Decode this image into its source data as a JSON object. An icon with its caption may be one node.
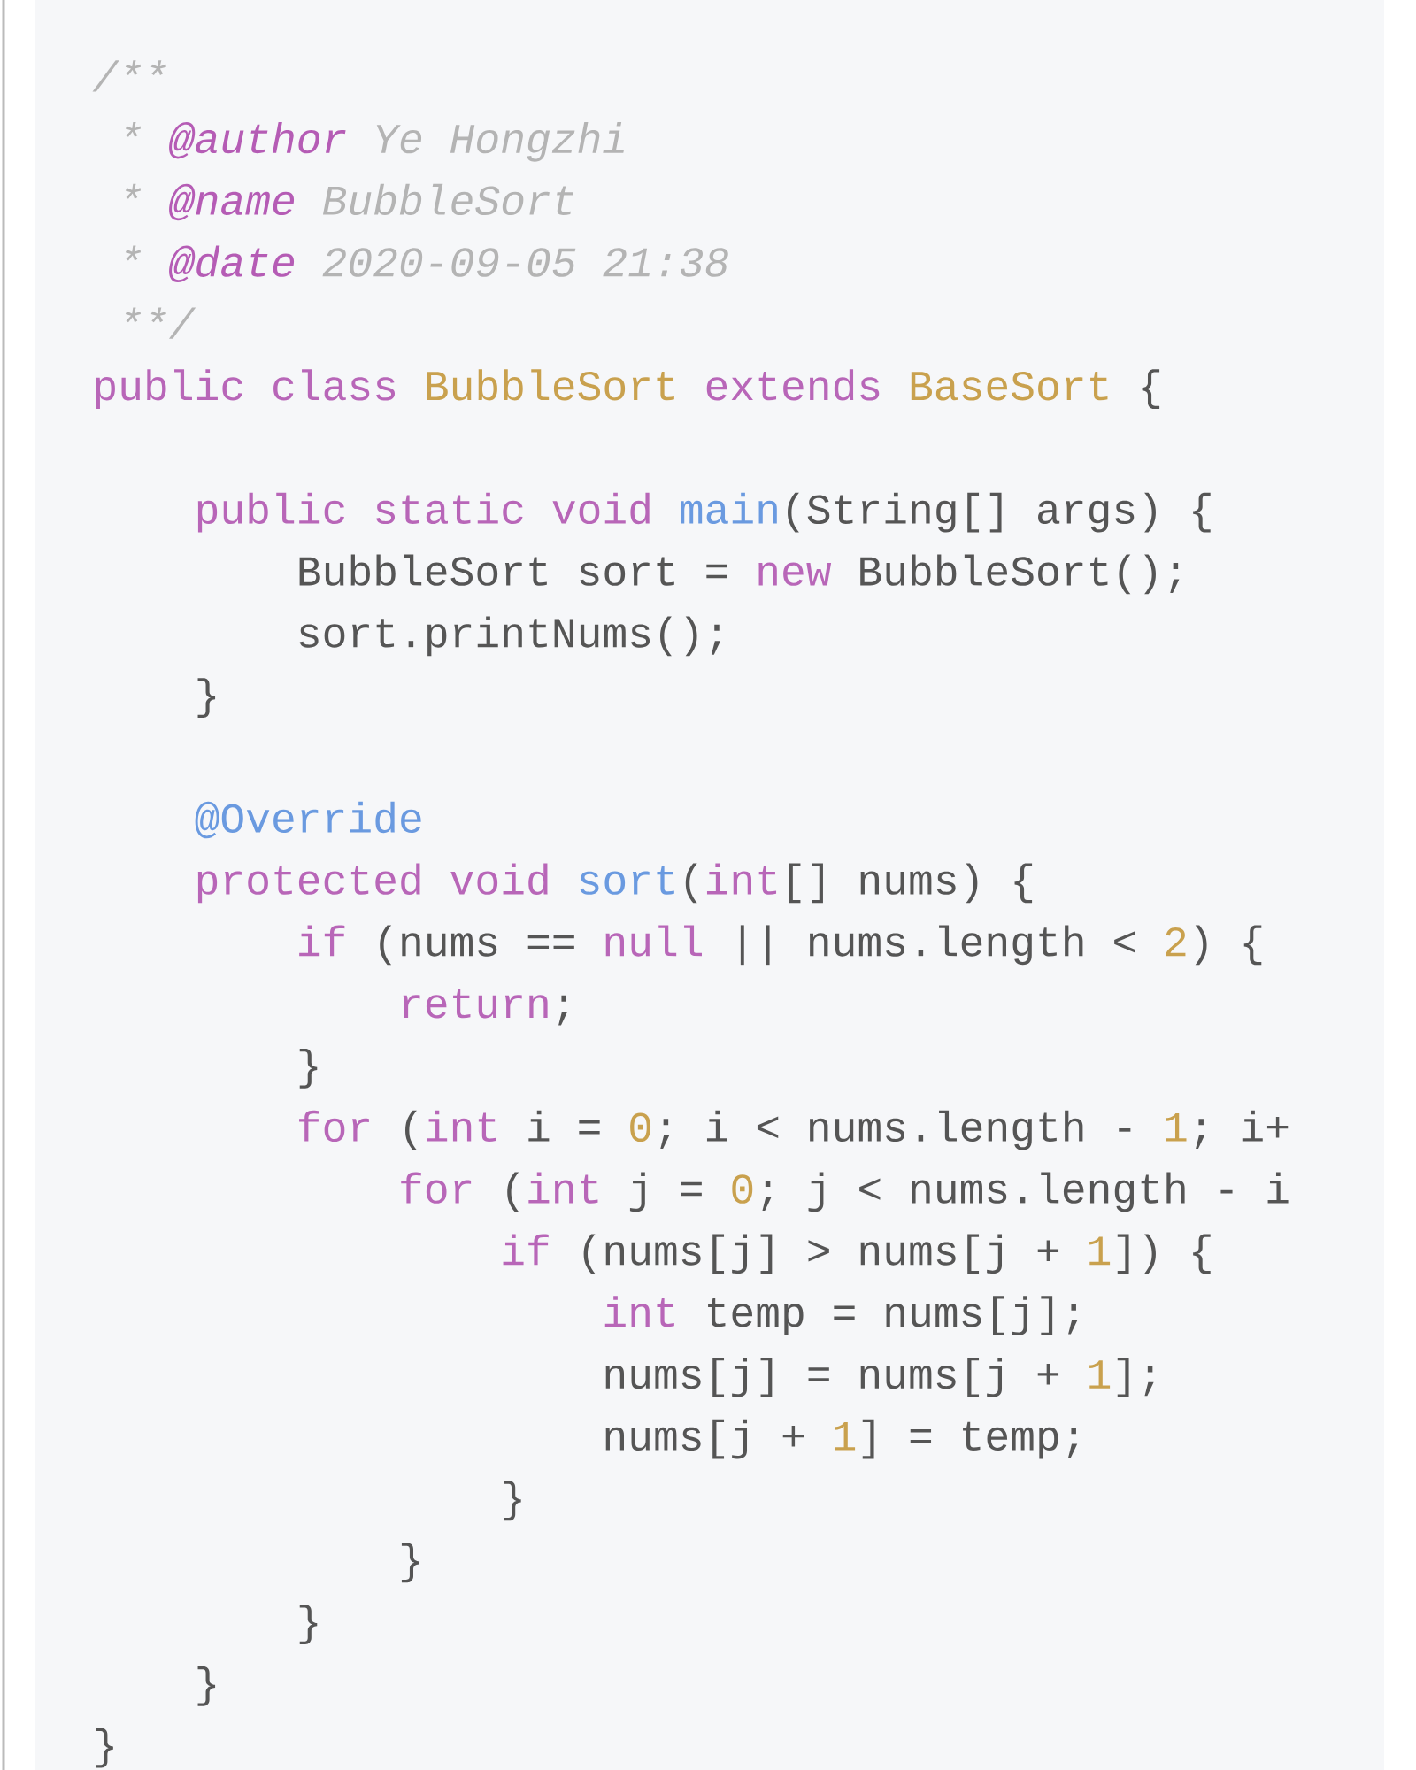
{
  "diagram": {
    "labels": [
      "/**",
      "*",
      "@author",
      "Ye Hongzhi",
      "*",
      "@name",
      "BubbleSort",
      "*",
      "@date",
      "2020-09-05 21:38",
      "**/",
      "public class",
      "BubbleSort",
      "extends",
      "BaseSort",
      "{",
      "public static void",
      "main",
      "(String[] args) {",
      "BubbleSort sort =",
      "new",
      "BubbleSort();",
      "sort.printNums();",
      "}",
      "@Override",
      "protected void",
      "sort",
      "(",
      "int",
      "[] nums) {",
      "if",
      "(nums ==",
      "null",
      "|| nums.length <",
      "2",
      ") {",
      "return",
      ";",
      "}",
      "for",
      "(",
      "int",
      "i =",
      "0",
      "; i < nums.length -",
      "1",
      "; i+",
      "for",
      "(",
      "int",
      "j =",
      "0",
      "; j < nums.length - i",
      "if",
      "(nums[j] > nums[j +",
      "1",
      "]) {",
      "int",
      "temp = nums[j];",
      "nums[j] = nums[j +",
      "1",
      "];",
      "nums[j +",
      "1",
      "] = temp;",
      "}",
      "}",
      "}",
      "}",
      "}"
    ]
  }
}
